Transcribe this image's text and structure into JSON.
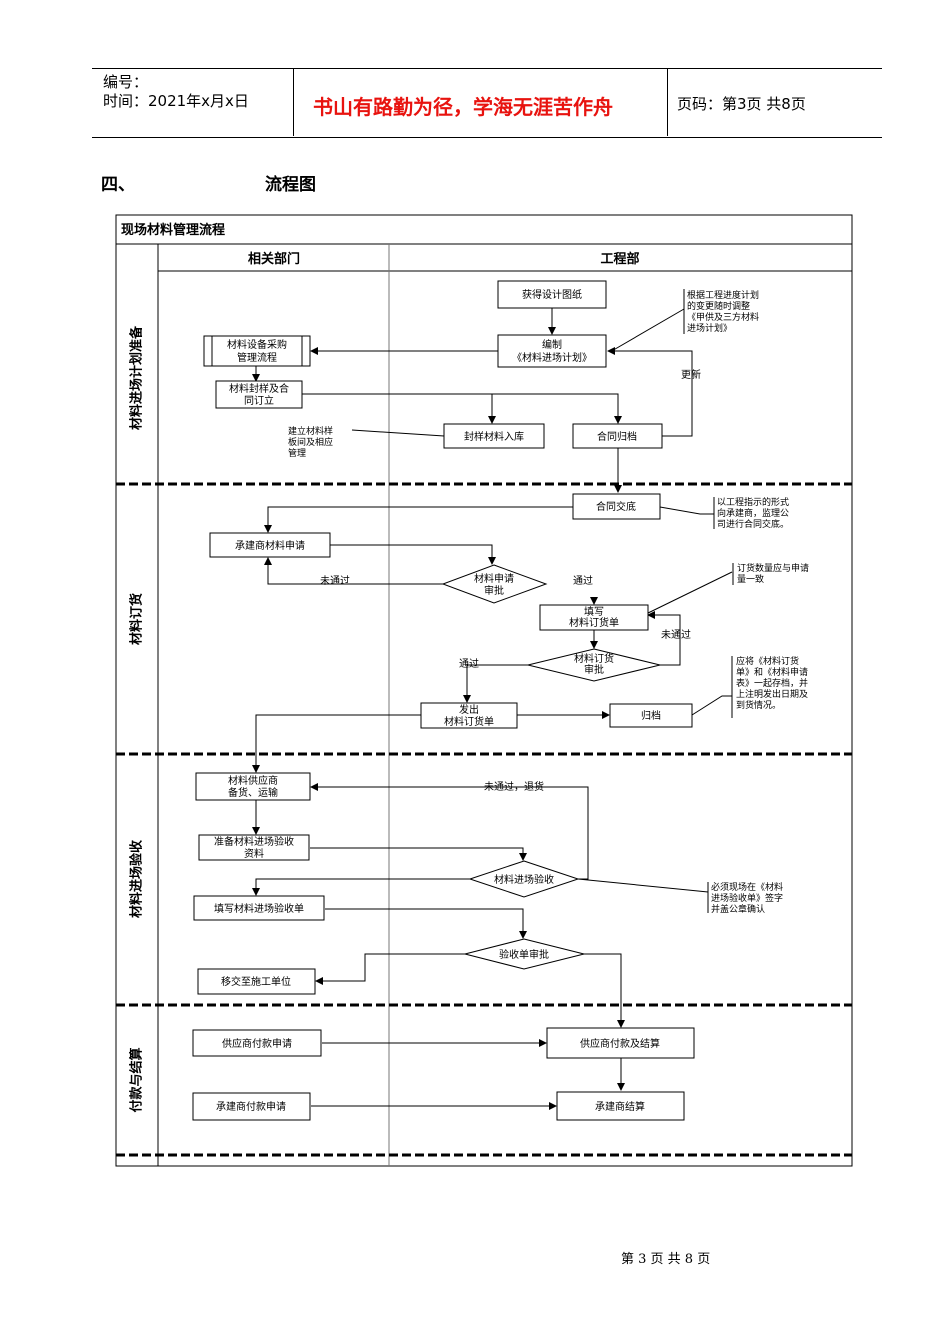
{
  "header": {
    "number_label": "编号：",
    "time_label": "时间：2021年x月x日",
    "motto": "书山有路勤为径，学海无涯苦作舟",
    "page_info": "页码：第3页  共8页"
  },
  "section": {
    "index": "四、",
    "title": "流程图"
  },
  "diagram": {
    "title": "现场材料管理流程",
    "columns": [
      "相关部门",
      "工程部"
    ],
    "lanes": [
      "材料进场计划准备",
      "材料订货",
      "材料进场验收",
      "付款与结算"
    ],
    "nodes": {
      "design_drawing": "获得设计图纸",
      "plan_l1": "编制",
      "plan_l2": "《材料进场计划》",
      "purchase_l1": "材料设备采购",
      "purchase_l2": "管理流程",
      "sample_l1": "材料封样及合",
      "sample_l2": "同订立",
      "seal_store": "封样材料入库",
      "contract_archive": "合同归档",
      "contract_handover": "合同交底",
      "contractor_apply": "承建商材料申请",
      "review_l1": "材料申请",
      "review_l2": "审批",
      "fill_l1": "填写",
      "fill_l2": "材料订货单",
      "order_review_l1": "材料订货",
      "order_review_l2": "审批",
      "issue_l1": "发出",
      "issue_l2": "材料订货单",
      "archive": "归档",
      "supplier_l1": "材料供应商",
      "supplier_l2": "备货、运输",
      "prep_l1": "准备材料进场验收",
      "prep_l2": "资料",
      "accept_review": "材料进场验收",
      "fill_accept": "填写材料进场验收单",
      "accept_approve": "验收单审批",
      "transfer": "移交至施工单位",
      "supplier_pay_apply": "供应商付款申请",
      "supplier_pay": "供应商付款及结算",
      "contractor_pay_apply": "承建商付款申请",
      "contractor_settle": "承建商结算"
    },
    "labels": {
      "update": "更新",
      "not_pass": "未通过",
      "pass": "通过",
      "not_pass_return": "未通过，退货"
    },
    "notes": {
      "progress": [
        "根据工程进度计划",
        "的变更随时调整",
        "《甲供及三方材料",
        "进场计划》"
      ],
      "sample": [
        "建立材料样",
        "板间及相应",
        "管理"
      ],
      "handover": [
        "以工程指示的形式",
        "向承建商，监理公",
        "司进行合同交底。"
      ],
      "quantity": [
        "订货数量应与申请",
        "量一致"
      ],
      "archive": [
        "应将《材料订货",
        "单》和《材料申请",
        "表》一起存档，并",
        "上注明发出日期及",
        "到货情况。"
      ],
      "sign": [
        "必须现场在《材料",
        "进场验收单》签字",
        "并盖公章确认"
      ]
    }
  },
  "footer": {
    "page": "第 3 页 共 8 页"
  }
}
